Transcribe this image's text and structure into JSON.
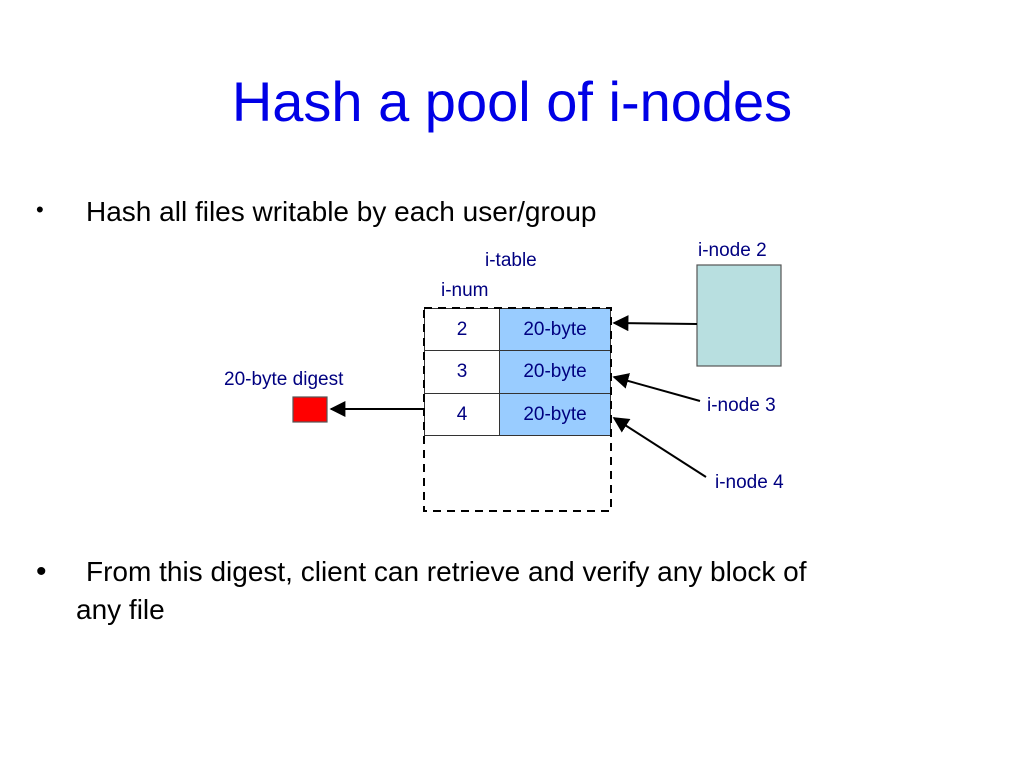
{
  "title": "Hash a pool of i-nodes",
  "bullets": [
    {
      "marker": "•",
      "text": "Hash all files writable by each user/group"
    },
    {
      "marker": "•",
      "text_line1": "From this digest, client can retrieve and verify any block of",
      "text_line2": "any file"
    }
  ],
  "diagram": {
    "table_label": "i-table",
    "column_label": "i-num",
    "rows": [
      {
        "num": "2",
        "hash": "20-byte"
      },
      {
        "num": "3",
        "hash": "20-byte"
      },
      {
        "num": "4",
        "hash": "20-byte"
      }
    ],
    "digest_label": "20-byte digest",
    "inode2_label": "i-node 2",
    "inode3_label": "i-node 3",
    "inode4_label": "i-node 4",
    "colors": {
      "hash_cell": "#99ccff",
      "digest_box": "#ff0000",
      "inode_box": "#b8dfe0",
      "label_text": "#000080"
    }
  }
}
